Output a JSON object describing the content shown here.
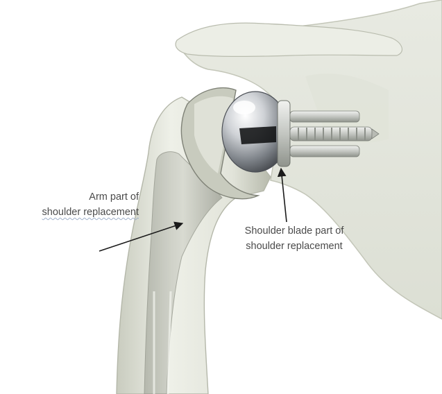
{
  "diagram": {
    "labels": {
      "arm_part": [
        "Arm part of",
        "shoulder replacement"
      ],
      "shoulder_blade_part": [
        "Shoulder blade part of",
        "shoulder replacement"
      ]
    },
    "colors": {
      "bone": "#e4e6dc",
      "bone_shadow": "#b9bcae",
      "metal": "#c9ccd0",
      "background": "#ffffff"
    }
  }
}
